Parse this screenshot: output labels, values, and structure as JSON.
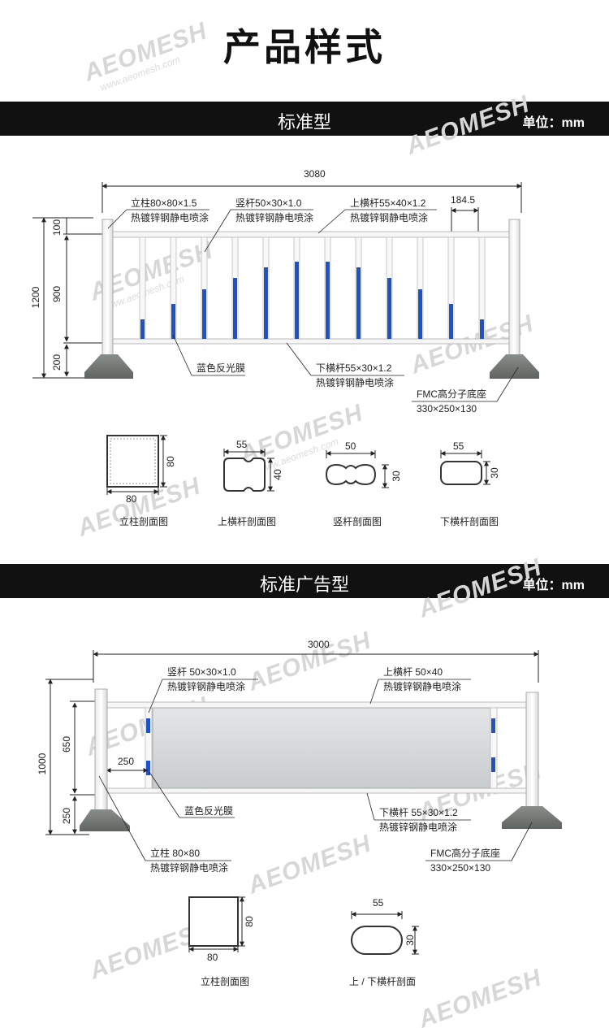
{
  "page_title": "产品样式",
  "watermark": {
    "brand": "AEOMESH",
    "site": "www.aeomesh.com"
  },
  "section1": {
    "title": "标准型",
    "unit": "单位：mm",
    "dims": {
      "length": "3080",
      "height_total": "1200",
      "h_top": "100",
      "h_mid": "900",
      "h_bottom": "200",
      "spacing": "184.5"
    },
    "labels": {
      "post": "立柱80×80×1.5",
      "post_finish": "热镀锌钢静电喷涂",
      "vertical": "竖杆50×30×1.0",
      "vertical_finish": "热镀锌钢静电喷涂",
      "top_rail": "上横杆55×40×1.2",
      "top_rail_finish": "热镀锌钢静电喷涂",
      "reflective": "蓝色反光膜",
      "bottom_rail": "下横杆55×30×1.2",
      "bottom_rail_finish": "热镀锌钢静电喷涂",
      "base": "FMC高分子底座",
      "base_size": "330×250×130"
    },
    "sections": [
      {
        "caption": "立柱剖面图",
        "w": "80",
        "h": "80"
      },
      {
        "caption": "上横杆剖面图",
        "w": "55",
        "h": "40"
      },
      {
        "caption": "竖杆剖面图",
        "w": "50",
        "h": "30"
      },
      {
        "caption": "下横杆剖面图",
        "w": "55",
        "h": "30"
      }
    ]
  },
  "section2": {
    "title": "标准广告型",
    "unit": "单位：mm",
    "dims": {
      "length": "3000",
      "height_total": "1000",
      "h_upper": "650",
      "h_lower": "250",
      "gap": "250"
    },
    "labels": {
      "vertical": "竖杆 50×30×1.0",
      "vertical_finish": "热镀锌钢静电喷涂",
      "top_rail": "上横杆 50×40",
      "top_rail_finish": "热镀锌钢静电喷涂",
      "reflective": "蓝色反光膜",
      "bottom_rail": "下横杆 55×30×1.2",
      "bottom_rail_finish": "热镀锌钢静电喷涂",
      "post": "立柱 80×80",
      "post_finish": "热镀锌钢静电喷涂",
      "base": "FMC高分子底座",
      "base_size": "330×250×130"
    },
    "sections": [
      {
        "caption": "立柱剖面图",
        "w": "80",
        "h": "80"
      },
      {
        "caption": "上 / 下横杆剖面",
        "w": "55",
        "h": "30"
      }
    ]
  }
}
